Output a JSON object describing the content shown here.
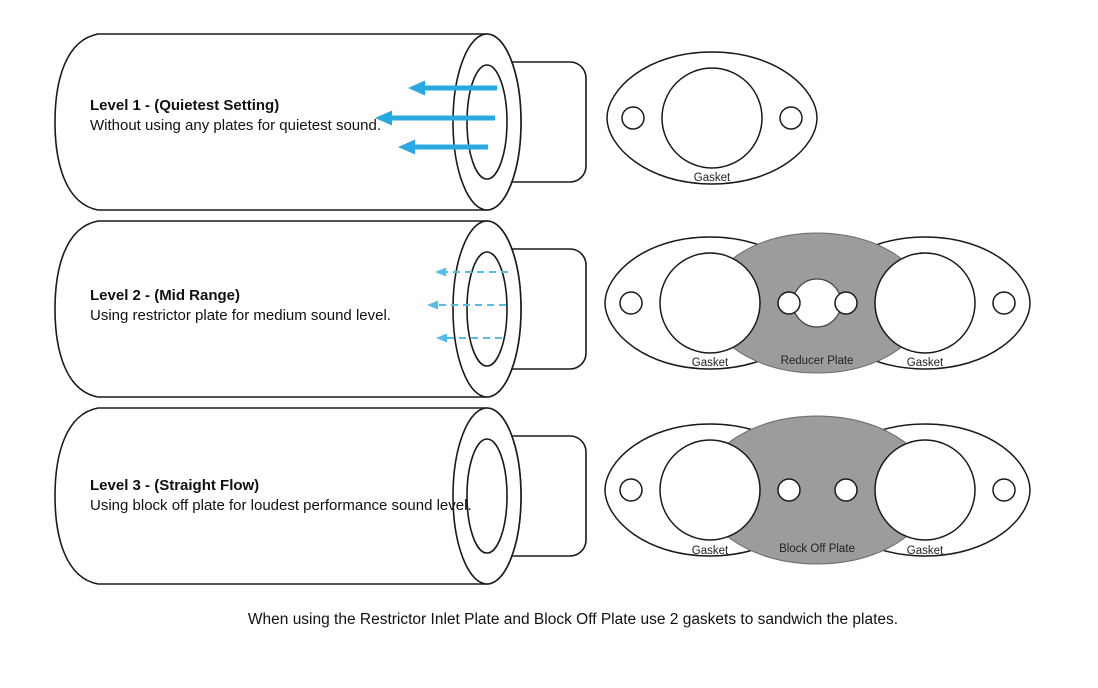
{
  "colors": {
    "arrow": "#29a9e1",
    "arrow_dashed": "#55bde9",
    "plate_gray": "#9c9c9c"
  },
  "rows": [
    {
      "title": "Level 1 - (Quietest Setting)",
      "desc": "Without using any plates for quietest sound.",
      "gasket_label": "Gasket"
    },
    {
      "title": "Level 2 - (Mid Range)",
      "desc": "Using restrictor plate for medium sound level.",
      "gasket_left_label": "Gasket",
      "plate_label": "Reducer Plate",
      "gasket_right_label": "Gasket"
    },
    {
      "title": "Level 3 - (Straight Flow)",
      "desc": "Using block off plate for loudest performance sound level.",
      "gasket_left_label": "Gasket",
      "plate_label": "Block Off Plate",
      "gasket_right_label": "Gasket"
    }
  ],
  "footer": "When using the Restrictor Inlet Plate and Block Off Plate use 2 gaskets to sandwich the plates."
}
